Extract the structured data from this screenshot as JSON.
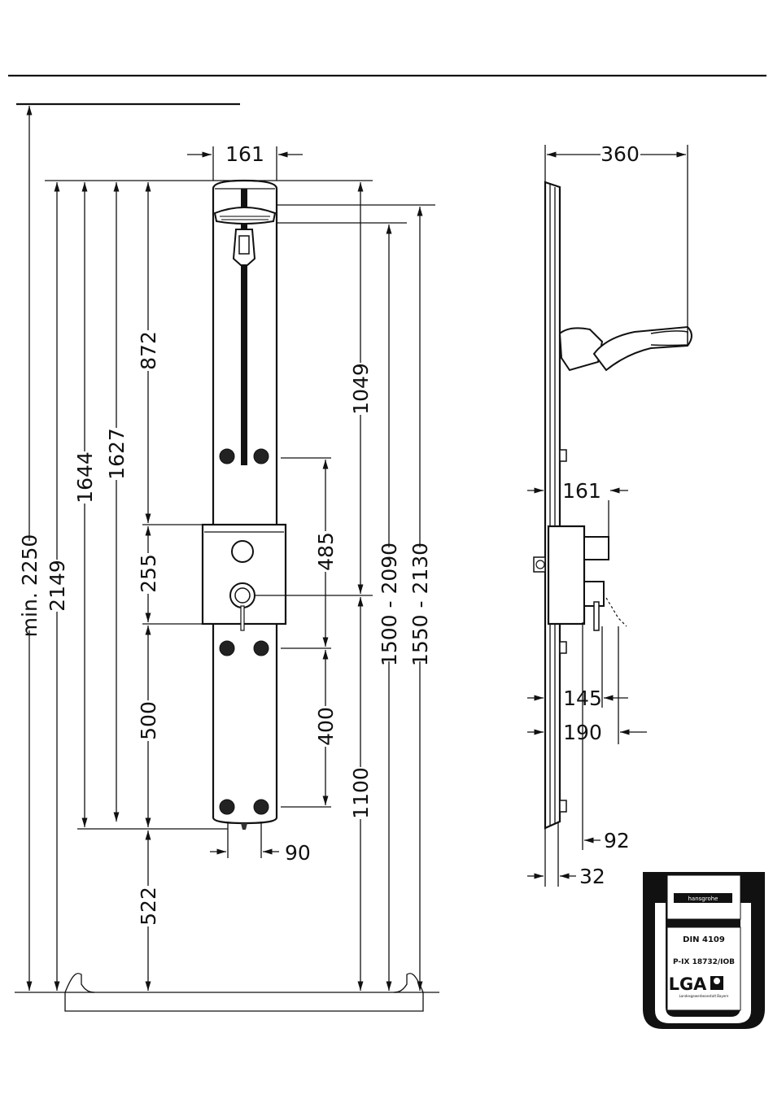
{
  "front_view": {
    "widths": {
      "panel": "161",
      "nozzle_spacing": "90"
    },
    "heights": {
      "overall_min": "min. 2250",
      "to_top": "2149",
      "to_upper_nozzles": "1644",
      "to_lower_nozzles": "1627",
      "upper_section": "872",
      "control_box": "255",
      "mid_section": "500",
      "floor_clearance": "522",
      "shower_head_height": "1049",
      "nozzle_row_upper": "485",
      "nozzle_row_lower": "400",
      "mixer_height": "1100",
      "range_a": "1500 - 2090",
      "range_b": "1550 - 2130"
    }
  },
  "side_view": {
    "dims": {
      "arm_reach": "360",
      "mixer_depth": "161",
      "lever_depth": "145",
      "box_depth": "190",
      "nozzle_depth": "92",
      "panel_depth": "32"
    }
  },
  "certification": {
    "brand": "hansgrohe",
    "standard": "DIN 4109",
    "test_number": "P-IX 18732/IOB",
    "lab": "LGA",
    "lab_subtitle": "Landesgewerbeanstalt Bayern"
  }
}
